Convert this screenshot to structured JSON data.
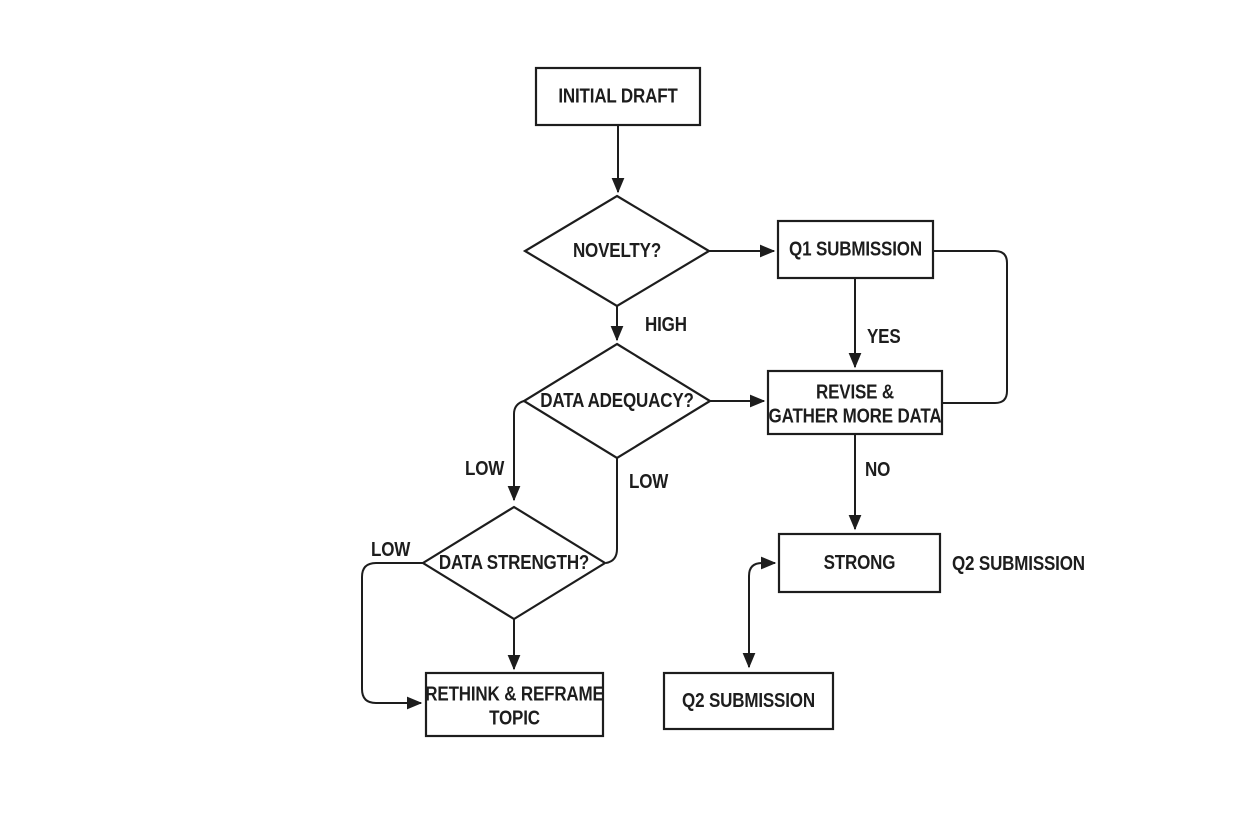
{
  "colors": {
    "ink": "#1d1d1d",
    "background": "#ffffff",
    "node_fill": "#ffffff"
  },
  "diagram": {
    "nodes": [
      {
        "id": "initial-draft",
        "shape": "rect",
        "label": "INITIAL DRAFT"
      },
      {
        "id": "novelty",
        "shape": "diamond",
        "label": "NOVELTY?"
      },
      {
        "id": "q1-submission",
        "shape": "rect",
        "label": "Q1 SUBMISSION"
      },
      {
        "id": "data-adequacy",
        "shape": "diamond",
        "label": "DATA ADEQUACY?"
      },
      {
        "id": "revise-gather",
        "shape": "rect",
        "label": "REVISE & GATHER MORE DATA",
        "lines": [
          "REVISE &",
          "GATHER MORE DATA"
        ]
      },
      {
        "id": "data-strength",
        "shape": "diamond",
        "label": "DATA STRENGTH?"
      },
      {
        "id": "strong",
        "shape": "rect",
        "label": "STRONG"
      },
      {
        "id": "rethink-reframe",
        "shape": "rect",
        "label": "RETHINK & REFRAME TOPIC",
        "lines": [
          "RETHINK & REFRAME",
          "TOPIC"
        ]
      },
      {
        "id": "q2-submission-box",
        "shape": "rect",
        "label": "Q2 SUBMISSION"
      }
    ],
    "edges": [
      {
        "id": "initial-to-novelty",
        "from": "initial-draft",
        "to": "novelty",
        "label": ""
      },
      {
        "id": "novelty-to-q1",
        "from": "novelty",
        "to": "q1-submission",
        "label": ""
      },
      {
        "id": "novelty-to-adequacy",
        "from": "novelty",
        "to": "data-adequacy",
        "label": "HIGH"
      },
      {
        "id": "q1-to-revise",
        "from": "q1-submission",
        "to": "revise-gather",
        "label": "YES"
      },
      {
        "id": "q1-loop-to-revise",
        "from": "q1-submission",
        "to": "revise-gather",
        "label": ""
      },
      {
        "id": "adequacy-to-revise",
        "from": "data-adequacy",
        "to": "revise-gather",
        "label": ""
      },
      {
        "id": "adequacy-to-strength-left",
        "from": "data-adequacy",
        "to": "data-strength",
        "label": "LOW"
      },
      {
        "id": "adequacy-to-strength-right",
        "from": "data-adequacy",
        "to": "data-strength",
        "label": "LOW"
      },
      {
        "id": "revise-to-strong",
        "from": "revise-gather",
        "to": "strong",
        "label": "NO"
      },
      {
        "id": "strength-to-rethink",
        "from": "data-strength",
        "to": "rethink-reframe",
        "label": ""
      },
      {
        "id": "strength-loop-to-rethink",
        "from": "data-strength",
        "to": "rethink-reframe",
        "label": "LOW"
      },
      {
        "id": "q2box-strong-connector",
        "from": "q2-submission-box",
        "to": "strong",
        "label": ""
      }
    ],
    "floating_labels": [
      {
        "id": "q2-submission-note",
        "text": "Q2 SUBMISSION"
      }
    ]
  }
}
